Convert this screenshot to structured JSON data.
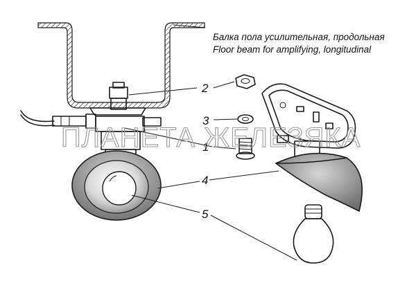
{
  "caption": {
    "line_ru": "Балка пола усилительная, продольная",
    "line_en": "Floor beam for amplifying, longitudinal"
  },
  "callouts": [
    {
      "id": "2",
      "label": "2"
    },
    {
      "id": "3",
      "label": "3"
    },
    {
      "id": "1",
      "label": "1"
    },
    {
      "id": "4",
      "label": "4"
    },
    {
      "id": "5",
      "label": "5"
    }
  ],
  "watermark": "ПЛАНЕТА ЖЕЛЕЗЯКА"
}
